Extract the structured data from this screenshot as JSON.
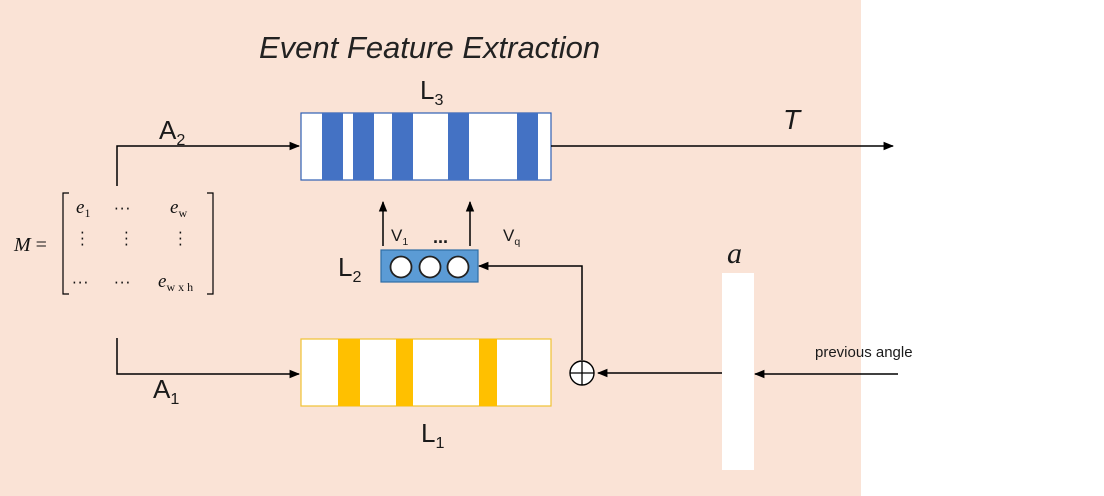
{
  "title": "Event Feature Extraction",
  "layers": {
    "l1": {
      "letter": "L",
      "sub": "1"
    },
    "l2": {
      "letter": "L",
      "sub": "2"
    },
    "l3": {
      "letter": "L",
      "sub": "3"
    }
  },
  "branches": {
    "a1": {
      "letter": "A",
      "sub": "1"
    },
    "a2": {
      "letter": "A",
      "sub": "2"
    }
  },
  "outputs": {
    "t": "T"
  },
  "vectors": {
    "v1": {
      "letter": "V",
      "sub": "1"
    },
    "vq": {
      "letter": "V",
      "sub": "q"
    },
    "ellipsis": "..."
  },
  "matrix": {
    "symbol": "M",
    "equals": "=",
    "cells": {
      "e1": {
        "base": "e",
        "sub": "1"
      },
      "ew": {
        "base": "e",
        "sub": "w"
      },
      "ewxh": {
        "base": "e",
        "sub": "w x h"
      },
      "hdots": "···"
    }
  },
  "angle": {
    "symbol": "a",
    "input_label": "previous angle"
  },
  "colors": {
    "panel_background": "#fae3d6",
    "l3_border": "#2e5fb3",
    "l3_bar": "#4472c4",
    "l1_border": "#f0c232",
    "l1_bar": "#ffc000",
    "l2_fill": "#5b9bd5",
    "l2_border": "#2e6ea6",
    "arrow": "#000000"
  },
  "icons": {
    "sum_node": "circled-plus-icon",
    "neuron": "circle-icon"
  }
}
